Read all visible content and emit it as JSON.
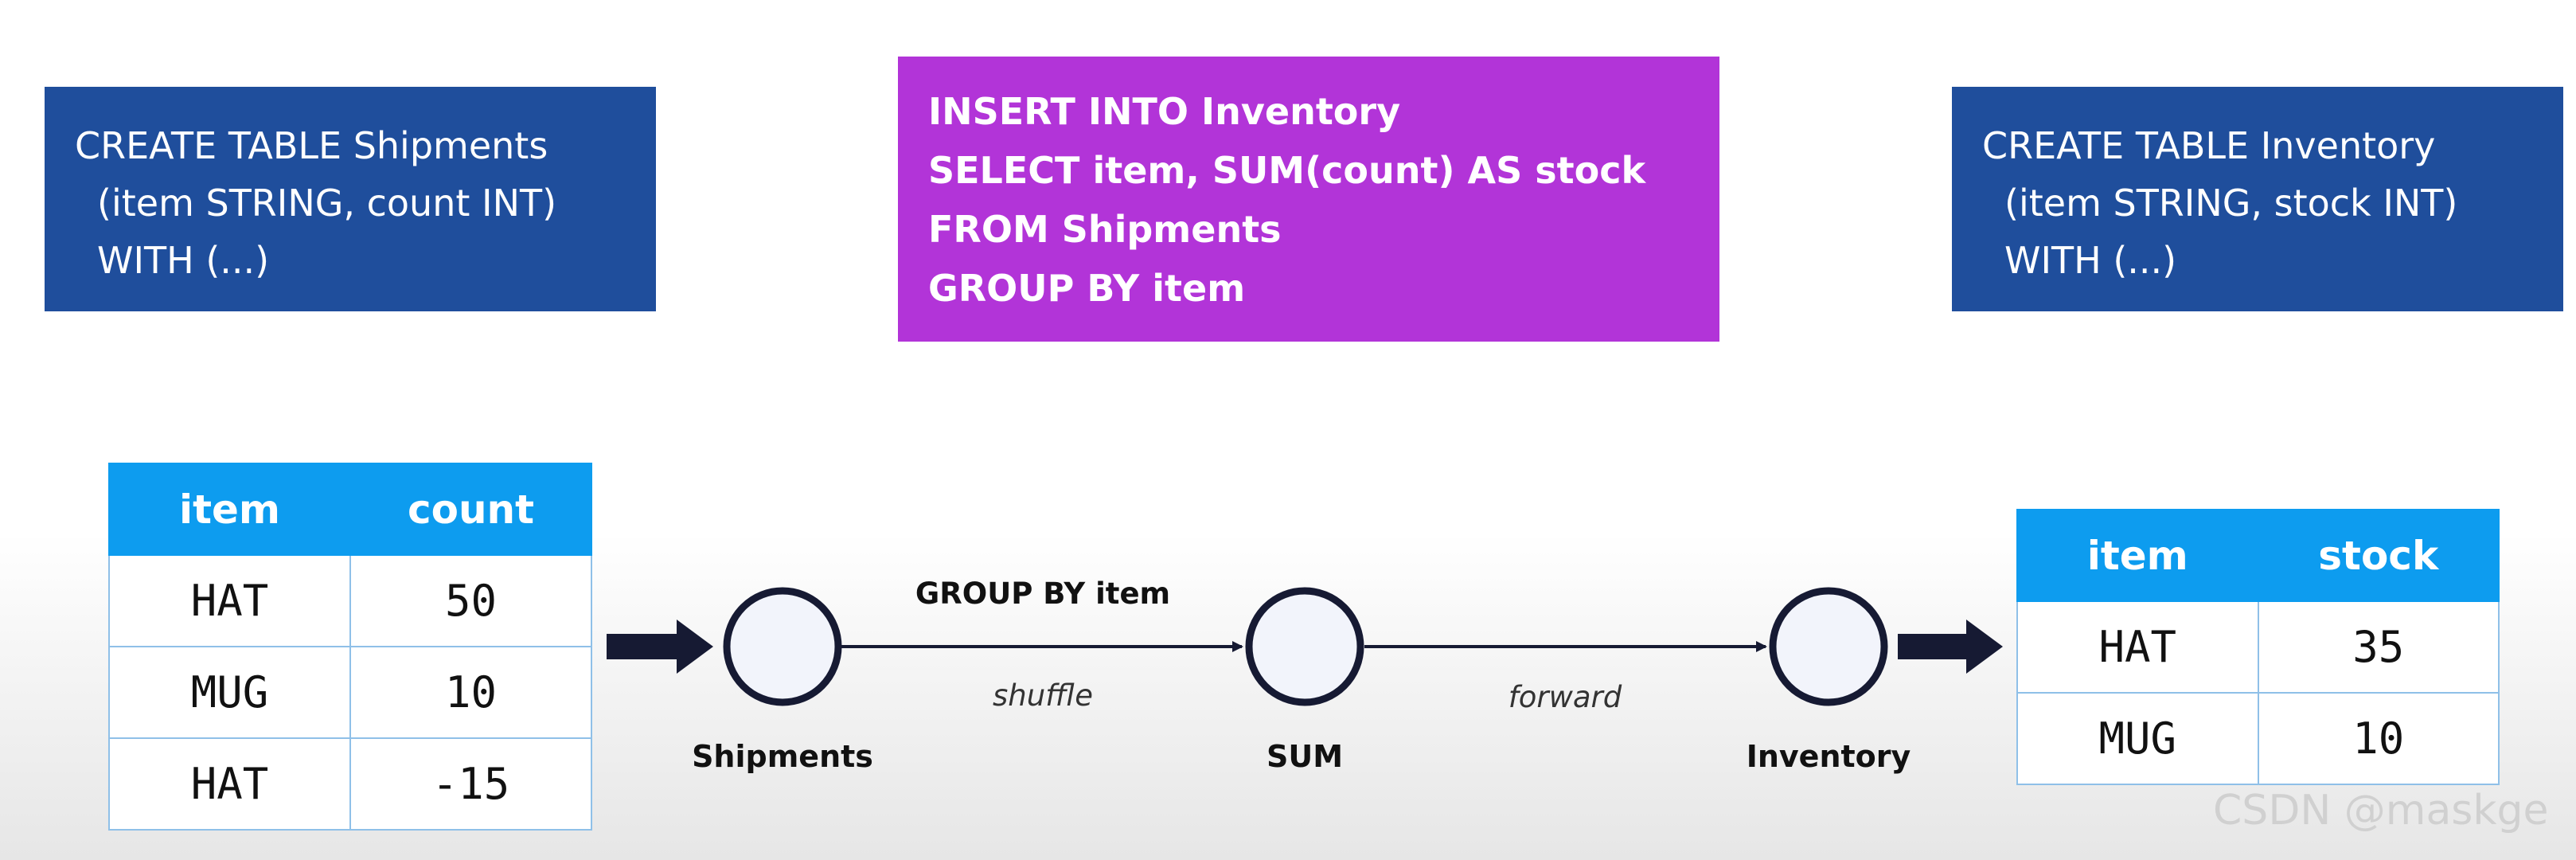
{
  "ddl_left": {
    "lines": [
      "CREATE TABLE Shipments",
      "(item STRING, count INT)",
      "WITH (...)"
    ]
  },
  "dml": {
    "lines": [
      "INSERT INTO Inventory",
      "SELECT item, SUM(count) AS stock",
      "FROM Shipments",
      "GROUP BY item"
    ]
  },
  "ddl_right": {
    "lines": [
      "CREATE TABLE Inventory",
      "(item STRING, stock INT)",
      "WITH (...)"
    ]
  },
  "shipments_table": {
    "headers": [
      "item",
      "count"
    ],
    "rows": [
      [
        "HAT",
        "50"
      ],
      [
        "MUG",
        "10"
      ],
      [
        "HAT",
        "-15"
      ]
    ]
  },
  "inventory_table": {
    "headers": [
      "item",
      "stock"
    ],
    "rows": [
      [
        "HAT",
        "35"
      ],
      [
        "MUG",
        "10"
      ]
    ]
  },
  "flow": {
    "nodes": [
      "Shipments",
      "SUM",
      "Inventory"
    ],
    "edges": [
      {
        "top_label": "GROUP BY item",
        "bottom_label": "shuffle"
      },
      {
        "top_label": "",
        "bottom_label": "forward"
      }
    ]
  },
  "colors": {
    "ddl_box": "#1f4e9c",
    "dml_box": "#b234d8",
    "table_header": "#0d9cef",
    "node_fill": "#f2f4fb",
    "node_stroke": "#161a33",
    "arrow": "#161a33"
  },
  "watermark": "CSDN @maskge"
}
